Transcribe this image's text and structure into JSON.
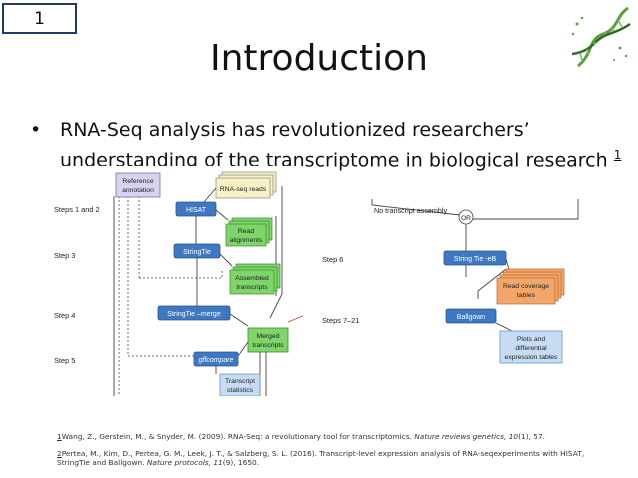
{
  "slide_number": "1",
  "title": "Introduction",
  "bullet": {
    "text": "RNA-Seq analysis has revolutionized researchers’ understanding of the transcriptome in biological research",
    "footnote_marker": "1"
  },
  "figure_left": {
    "steps": [
      "Steps 1 and 2",
      "Step 3",
      "Step 4",
      "Step 5"
    ],
    "reference_annotation": [
      "Reference",
      "annotation"
    ],
    "rnaseq_reads": "RNA-seq reads",
    "hisat": "HISAT",
    "read_alignments": [
      "Read",
      "alignments"
    ],
    "stringtie": "StringTie",
    "assembled_transcripts": [
      "Assembled",
      "transcripts"
    ],
    "stringtie_merge": "StringTie –merge",
    "merged_transcripts": [
      "Merged",
      "transcripts"
    ],
    "gffcompare": "gffcompare",
    "transcript_statistics": [
      "Transcript",
      "statistics"
    ]
  },
  "figure_right": {
    "no_transcript_assembly": "No transcript assembly",
    "or": "OR",
    "step6": "Step 6",
    "steps7_21": "Steps 7–21",
    "stringtie_eb": "String Tie -eB",
    "read_coverage": [
      "Read coverage",
      "tables"
    ],
    "ballgown": "Ballgown",
    "plots": [
      "Plots and",
      "differential",
      "expression tables"
    ]
  },
  "references": [
    {
      "marker": "1",
      "authors": "Wang, Z., Gerstein, M., & Snyder, M. (2009). RNA-Seq: a revolutionary tool for transcriptomics. ",
      "journal": "Nature reviews genetics, 10",
      "rest": "(1), 57."
    },
    {
      "marker": "2",
      "authors_line1": "Pertea, M., Kim, D., Pertea, G. M., Leek, J. T., & Salzberg, S. L. (2016). Transcript-level expression analysis of RNA-seqexperiments with HISAT,",
      "authors_line2": "StringTie and Ballgown. ",
      "journal": "Nature protocols, 11",
      "rest": "(9), 1650."
    }
  ],
  "colors": {
    "blue_box": "#3f78c2",
    "green_box": "#7fd46a",
    "orange_box": "#f3a66a",
    "lightblue_box": "#c5dcf3",
    "purple_box": "#d8d2ee",
    "yellow_box": "#f6f0c4",
    "title_border": "#1f3a66"
  }
}
